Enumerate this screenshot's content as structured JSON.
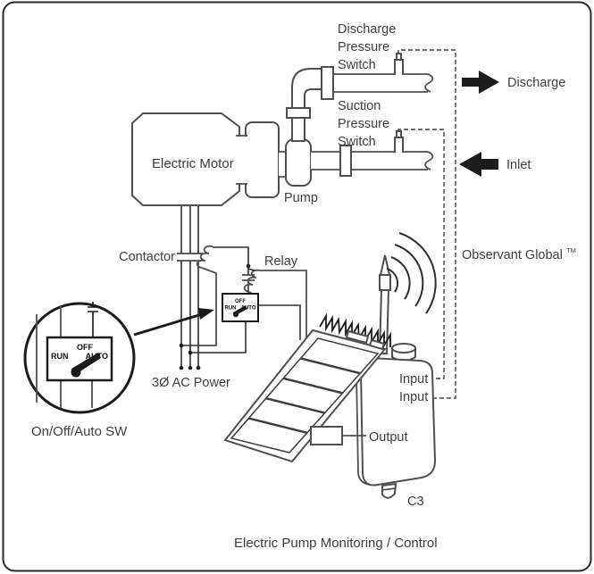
{
  "window": {
    "caption": "Electric Pump Monitoring / Control"
  },
  "motor": {
    "label": "Electric Motor",
    "power_label": "3Ø AC Power"
  },
  "pump": {
    "label": "Pump"
  },
  "piping": {
    "discharge_switch_lines": [
      "Discharge",
      "Pressure",
      "Switch"
    ],
    "suction_switch_lines": [
      "Suction",
      "Pressure",
      "Switch"
    ],
    "discharge_arrow_label": "Discharge",
    "inlet_arrow_label": "Inlet"
  },
  "control": {
    "contactor_label": "Contactor",
    "relay_label": "Relay",
    "selector_switch": {
      "off": "OFF",
      "run": "RUN",
      "auto": "AUTO",
      "caption": "On/Off/Auto SW"
    }
  },
  "telemetry": {
    "brand": "Observant Global",
    "brand_tm": "TM",
    "device_label": "C3",
    "ports": {
      "input1": "Input",
      "input2": "Input",
      "output": "Output"
    }
  },
  "colors": {
    "line_gray": "#4f4f4f",
    "ink_black": "#1b1b1b",
    "text_gray": "#3e3e3e",
    "background": "#ffffff"
  }
}
